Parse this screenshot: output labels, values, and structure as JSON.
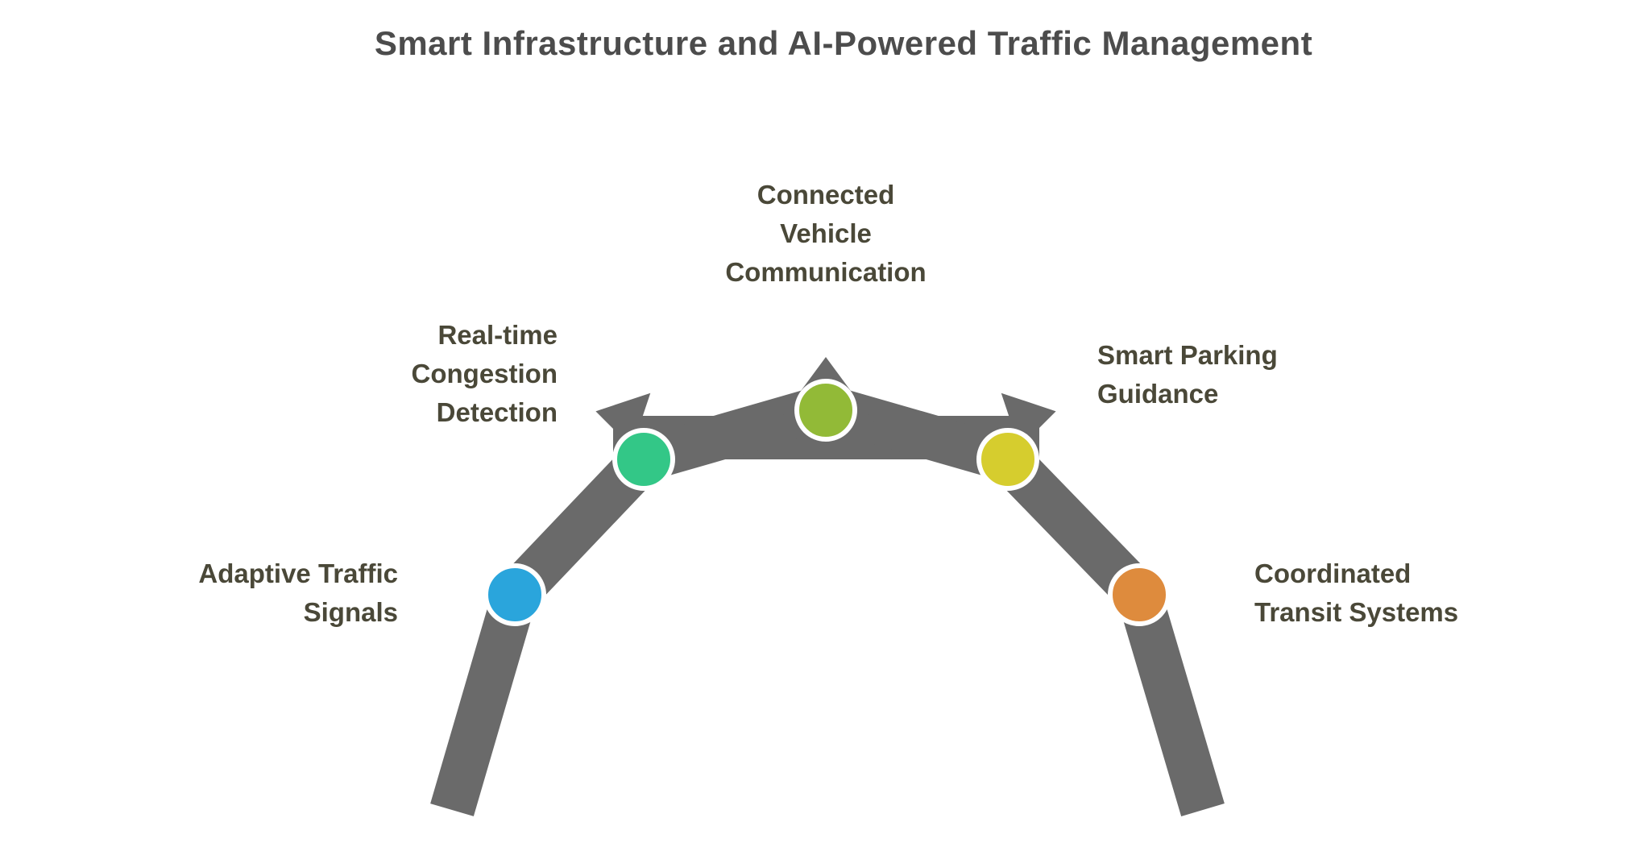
{
  "title": "Smart Infrastructure and AI-Powered Traffic Management",
  "colors": {
    "path": "#6a6a6a",
    "title_text": "#4c4c4c",
    "label_text": "#4a4838",
    "background": "#ffffff",
    "node_ring": "#ffffff"
  },
  "diagram": {
    "type": "arch-process",
    "nodes": [
      {
        "id": "adaptive-traffic-signals",
        "label": "Adaptive Traffic\nSignals",
        "color": "#2aa5dc"
      },
      {
        "id": "real-time-congestion-detection",
        "label": "Real-time\nCongestion\nDetection",
        "color": "#33c787"
      },
      {
        "id": "connected-vehicle-communication",
        "label": "Connected\nVehicle\nCommunication",
        "color": "#92ba37"
      },
      {
        "id": "smart-parking-guidance",
        "label": "Smart Parking\nGuidance",
        "color": "#d6cd2e"
      },
      {
        "id": "coordinated-transit-systems",
        "label": "Coordinated\nTransit Systems",
        "color": "#de8b3d"
      }
    ]
  }
}
